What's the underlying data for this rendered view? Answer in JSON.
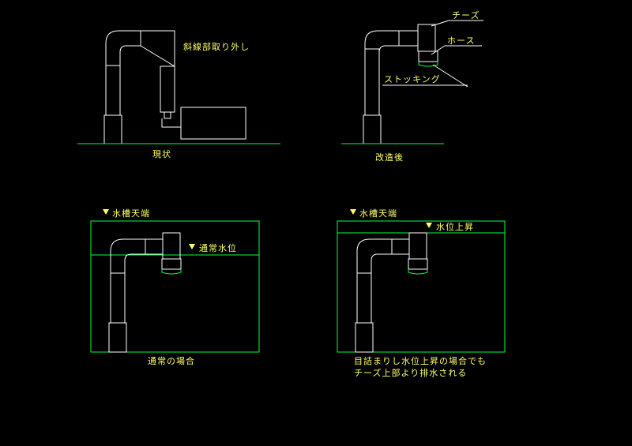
{
  "labels": {
    "remove_hatch": "斜線部取り外し",
    "current_state": "現状",
    "after_modification": "改造後",
    "tee": "チーズ",
    "hose": "ホース",
    "stocking": "ストッキング",
    "tank_top_left": "水槽天端",
    "normal_level": "通常水位",
    "normal_case": "通常の場合",
    "tank_top_right": "水槽天端",
    "level_rise": "水位上昇",
    "clog_note_line1": "目詰まりし水位上昇の場合でも",
    "clog_note_line2": "チーズ上部より排水される"
  },
  "colors": {
    "background": "#000000",
    "pipe_line": "#ffffff",
    "ground_and_tank": "#00ff40",
    "annotation_text": "#ffff66"
  }
}
